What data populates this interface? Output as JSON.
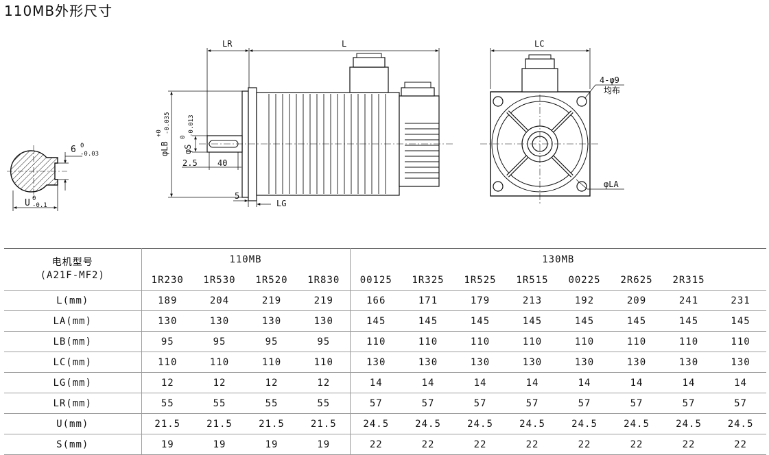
{
  "title": "110MB外形尺寸",
  "drawing": {
    "shaft_section": {
      "key_width": "6",
      "key_tol_upper": "0",
      "key_tol_lower": "-0.03",
      "u_label": "U",
      "u_tol_upper": "0",
      "u_tol_lower": "-0.1"
    },
    "side_view": {
      "lr": "LR",
      "l": "L",
      "lb": "φLB",
      "lb_tol_upper": "+0",
      "lb_tol_lower": "-0.035",
      "s": "φS",
      "s_tol_upper": "0",
      "s_tol_lower": "-0.013",
      "dim_2_5": "2.5",
      "dim_40": "40",
      "dim_5": "5",
      "lg": "LG"
    },
    "front_view": {
      "lc": "LC",
      "holes": "4-φ9",
      "holes_note": "均布",
      "la": "φLA"
    }
  },
  "table": {
    "header_label_line1": "电机型号",
    "header_label_line2": "(A21F-MF2)",
    "series": [
      {
        "name": "110MB",
        "models": [
          "1R230",
          "1R530",
          "1R520",
          "1R830"
        ]
      },
      {
        "name": "130MB",
        "models": [
          "00125",
          "1R325",
          "1R525",
          "1R515",
          "00225",
          "2R625",
          "2R315",
          ""
        ]
      }
    ],
    "rows": [
      {
        "label": "L(mm)",
        "values": [
          "189",
          "204",
          "219",
          "219",
          "166",
          "171",
          "179",
          "213",
          "192",
          "209",
          "241",
          "231"
        ]
      },
      {
        "label": "LA(mm)",
        "values": [
          "130",
          "130",
          "130",
          "130",
          "145",
          "145",
          "145",
          "145",
          "145",
          "145",
          "145",
          "145"
        ]
      },
      {
        "label": "LB(mm)",
        "values": [
          "95",
          "95",
          "95",
          "95",
          "110",
          "110",
          "110",
          "110",
          "110",
          "110",
          "110",
          "110"
        ]
      },
      {
        "label": "LC(mm)",
        "values": [
          "110",
          "110",
          "110",
          "110",
          "130",
          "130",
          "130",
          "130",
          "130",
          "130",
          "130",
          "130"
        ]
      },
      {
        "label": "LG(mm)",
        "values": [
          "12",
          "12",
          "12",
          "12",
          "14",
          "14",
          "14",
          "14",
          "14",
          "14",
          "14",
          "14"
        ]
      },
      {
        "label": "LR(mm)",
        "values": [
          "55",
          "55",
          "55",
          "55",
          "57",
          "57",
          "57",
          "57",
          "57",
          "57",
          "57",
          "57"
        ]
      },
      {
        "label": "U(mm)",
        "values": [
          "21.5",
          "21.5",
          "21.5",
          "21.5",
          "24.5",
          "24.5",
          "24.5",
          "24.5",
          "24.5",
          "24.5",
          "24.5",
          "24.5"
        ]
      },
      {
        "label": "S(mm)",
        "values": [
          "19",
          "19",
          "19",
          "19",
          "22",
          "22",
          "22",
          "22",
          "22",
          "22",
          "22",
          "22"
        ]
      }
    ]
  }
}
